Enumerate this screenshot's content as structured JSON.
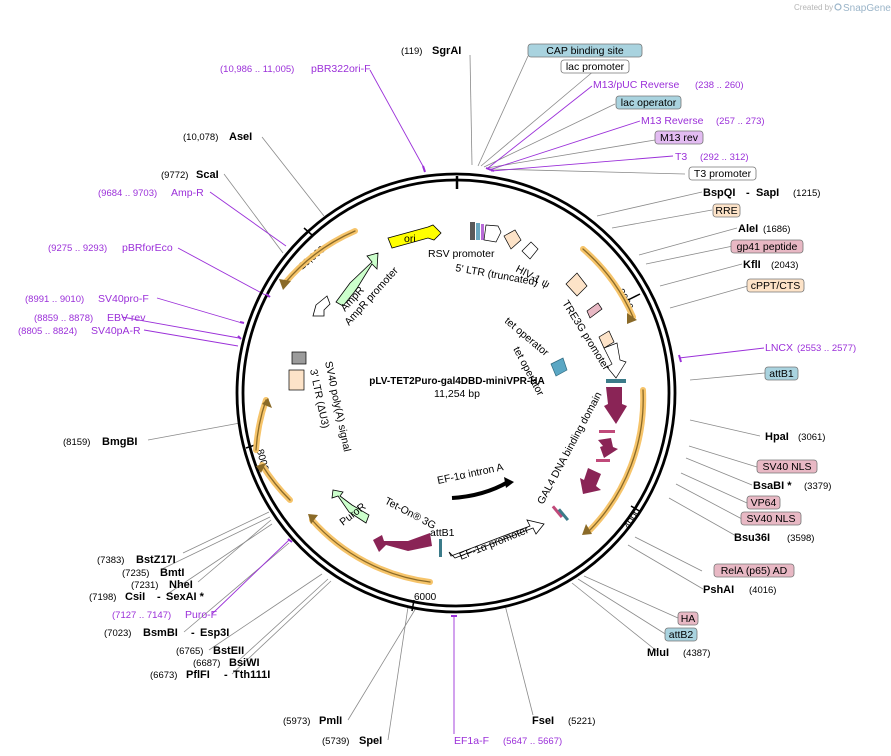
{
  "branding": {
    "created_by": "Created by",
    "product": "SnapGene"
  },
  "plasmid": {
    "name": "pLV-TET2Puro-gal4DBD-miniVPR-HA",
    "size": "11,254 bp"
  },
  "ticks": [
    "2000",
    "4000",
    "6000",
    "8000",
    "10,000"
  ],
  "enzymes": [
    {
      "name": "SgrAI",
      "pos": "(119)"
    },
    {
      "name": "AseI",
      "pos": "(10,078)"
    },
    {
      "name": "ScaI",
      "pos": "(9772)"
    },
    {
      "name": "BspQI",
      "name2": "SapI",
      "pos": "(1215)"
    },
    {
      "name": "AleI",
      "pos": "(1686)"
    },
    {
      "name": "KflI",
      "pos": "(2043)"
    },
    {
      "name": "HpaI",
      "pos": "(3061)"
    },
    {
      "name": "BsaBI *",
      "pos": "(3379)"
    },
    {
      "name": "Bsu36I",
      "pos": "(3598)"
    },
    {
      "name": "PshAI",
      "pos": "(4016)"
    },
    {
      "name": "MluI",
      "pos": "(4387)"
    },
    {
      "name": "FseI",
      "pos": "(5221)"
    },
    {
      "name": "PmlI",
      "pos": "(5973)"
    },
    {
      "name": "SpeI",
      "pos": "(5739)"
    },
    {
      "name": "BmgBI",
      "pos": "(8159)"
    },
    {
      "name": "BstZ17I",
      "pos": "(7383)"
    },
    {
      "name": "BmtI",
      "pos": "(7235)"
    },
    {
      "name": "NheI",
      "pos": "(7231)"
    },
    {
      "name": "CsiI",
      "name2": "SexAI *",
      "pos": "(7198)"
    },
    {
      "name": "BsmBI",
      "name2": "Esp3I",
      "pos": "(7023)"
    },
    {
      "name": "BstEII",
      "pos": "(6765)"
    },
    {
      "name": "BsiWI",
      "pos": "(6687)"
    },
    {
      "name": "PflFI",
      "name2": "Tth111I",
      "pos": "(6673)"
    }
  ],
  "primers": [
    {
      "name": "pBR322ori-F",
      "range": "(10,986 .. 11,005)"
    },
    {
      "name": "Amp-R",
      "range": "(9684 .. 9703)"
    },
    {
      "name": "pBRforEco",
      "range": "(9275 .. 9293)"
    },
    {
      "name": "SV40pro-F",
      "range": "(8991 .. 9010)"
    },
    {
      "name": "EBV-rev",
      "range": "(8859 .. 8878)"
    },
    {
      "name": "SV40pA-R",
      "range": "(8805 .. 8824)"
    },
    {
      "name": "M13/pUC Reverse",
      "range": "(238 .. 260)"
    },
    {
      "name": "M13 Reverse",
      "range": "(257 .. 273)"
    },
    {
      "name": "T3",
      "range": "(292 .. 312)"
    },
    {
      "name": "LNCX",
      "range": "(2553 .. 2577)"
    },
    {
      "name": "Puro-F",
      "range": "(7127 .. 7147)"
    },
    {
      "name": "EF1a-F",
      "range": "(5647 .. 5667)"
    }
  ],
  "boxed_labels": [
    {
      "text": "CAP binding site",
      "color": "#a9d3df"
    },
    {
      "text": "lac promoter",
      "color": "#ffffff"
    },
    {
      "text": "lac operator",
      "color": "#a9d3df"
    },
    {
      "text": "M13 rev",
      "color": "#e3bcf2"
    },
    {
      "text": "T3 promoter",
      "color": "#ffffff"
    },
    {
      "text": "RRE",
      "color": "#fde3c8"
    },
    {
      "text": "gp41 peptide",
      "color": "#e8b8c4"
    },
    {
      "text": "cPPT/CTS",
      "color": "#fde3c8"
    },
    {
      "text": "attB1",
      "color": "#a9d3df"
    },
    {
      "text": "SV40 NLS",
      "color": "#e8b8c4"
    },
    {
      "text": "VP64",
      "color": "#e8b8c4"
    },
    {
      "text": "SV40 NLS",
      "color": "#e8b8c4"
    },
    {
      "text": "RelA (p65) AD",
      "color": "#e8b8c4"
    },
    {
      "text": "HA",
      "color": "#e8b8c4"
    },
    {
      "text": "attB2",
      "color": "#a9d3df"
    }
  ],
  "features": [
    "ori",
    "RSV promoter",
    "5' LTR (truncated)",
    "HIV-1 ψ",
    "TRE3G promoter",
    "tet operator",
    "tet operator",
    "GAL4 DNA binding domain",
    "EF-1α intron A",
    "EF-1α promoter",
    "Tet-On® 3G",
    "attB1",
    "PuroR",
    "SV40 poly(A) signal",
    "3' LTR (ΔU3)",
    "AmpR",
    "AmpR promoter"
  ],
  "colors": {
    "ori": "#ffff00",
    "ampr": "#ccffcc",
    "tet_on": "#8a2456",
    "gal4": "#8a2456",
    "primer": "#9b30d9",
    "orange_arc": "#f6c46a"
  }
}
